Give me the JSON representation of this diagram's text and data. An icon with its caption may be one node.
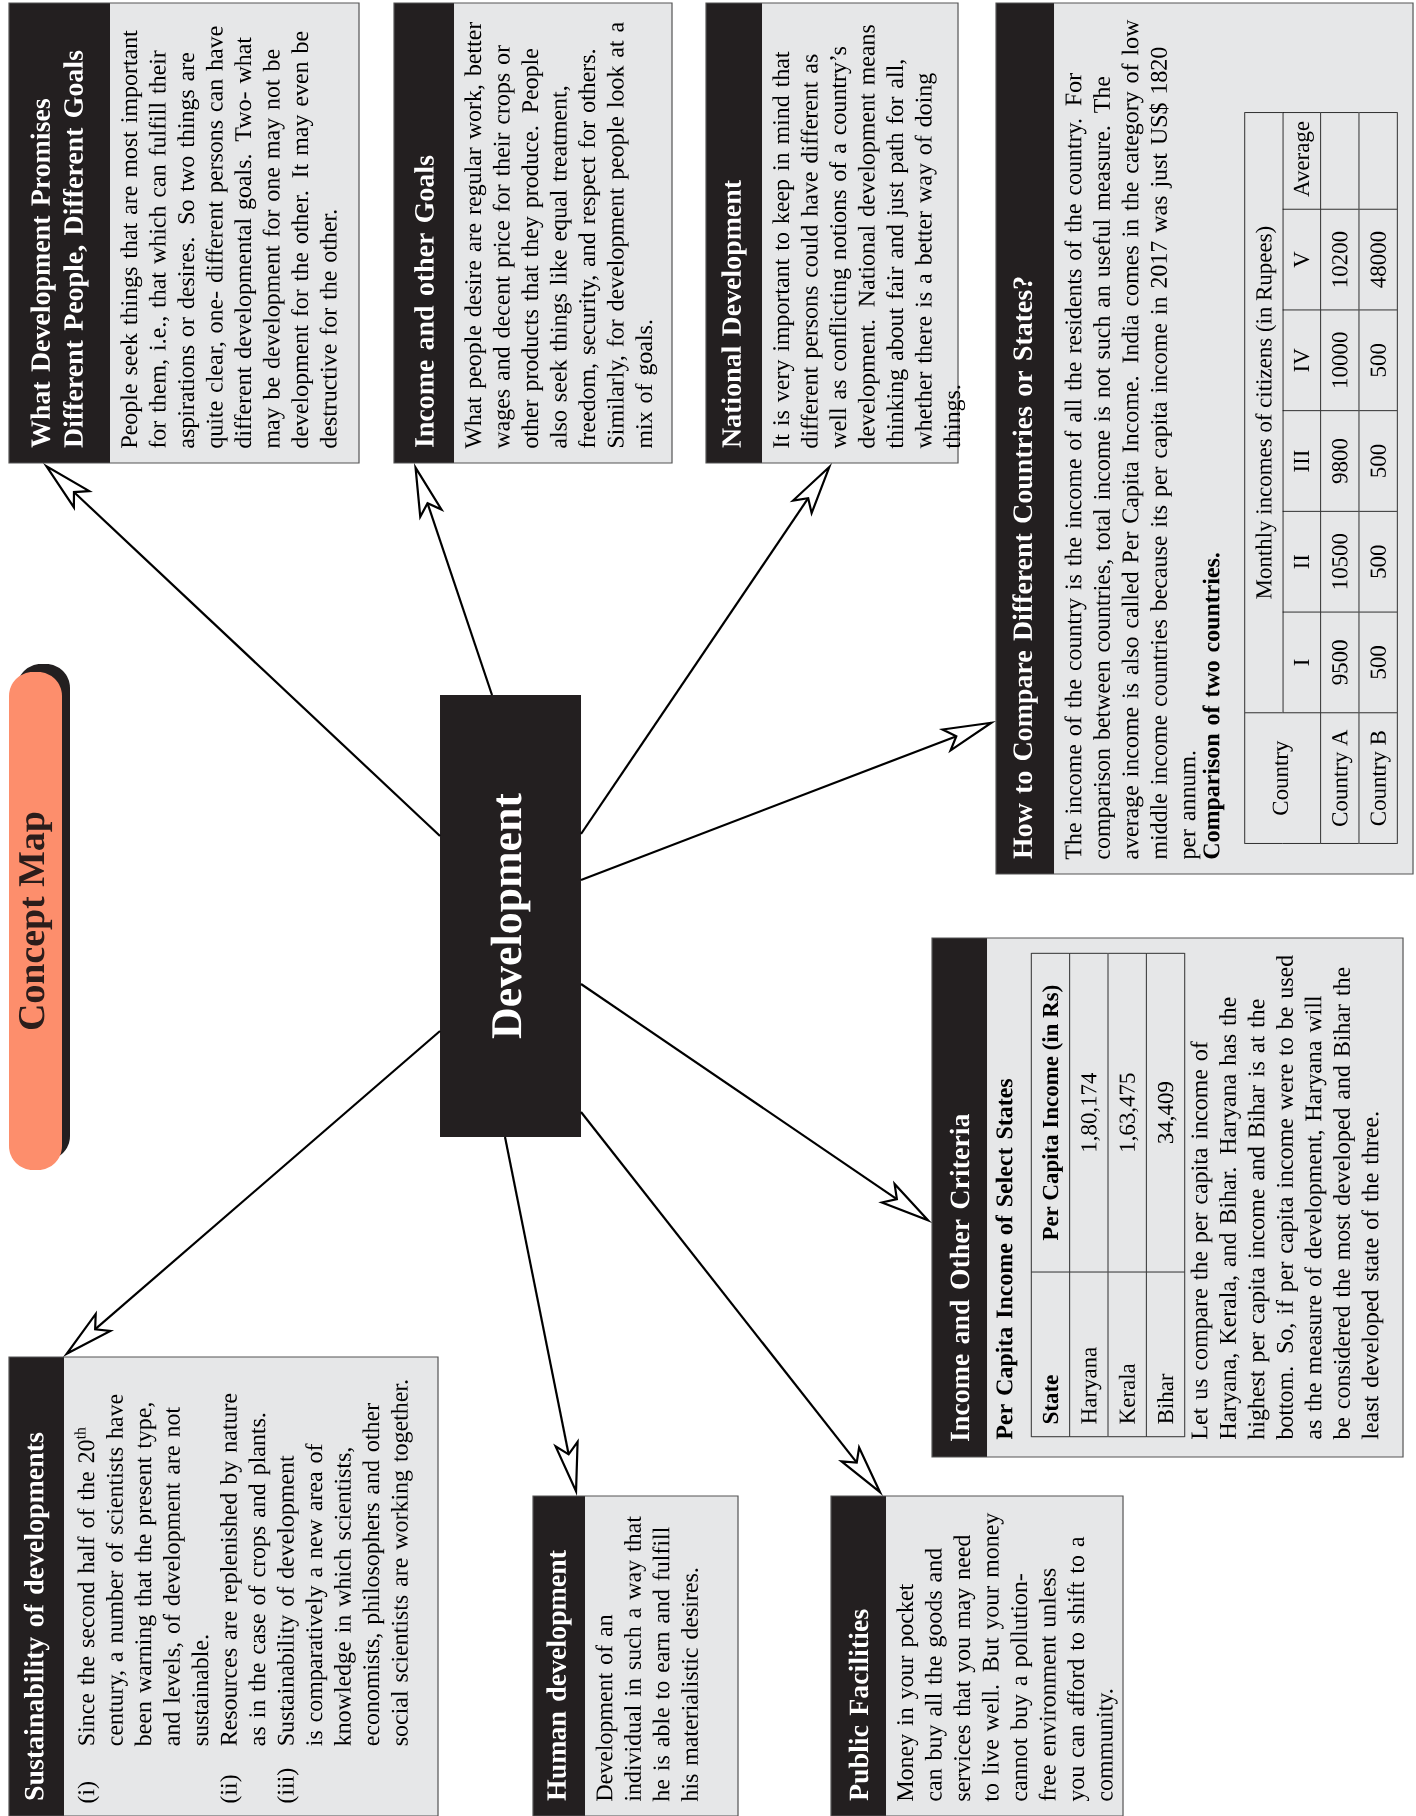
{
  "diagram": {
    "title": "Concept Map",
    "nodes": [
      {
        "text": [
          "Development"
        ]
      },
      {
        "text": [
          "What Development Promises Different People, Different Goals",
          "People seek things that are most important for them, i.e., that which can fulfill their aspirations or desires. So two things are quite clear, one- different persons can have different developmental goals. Two- what may be development for one may not be development for the other. It may even be destructive for the other."
        ]
      },
      {
        "text": [
          "Income and other Goals",
          "What people desire are regular work, better wages and decent price for their crops or other products that they produce. People also seek things like equal treatment, freedom, security, and respect for others. Similarly, for development people look at a mix of goals."
        ]
      },
      {
        "text": [
          "National Development",
          "It is very important to keep in mind that different persons could have different as well as conflicting notions of a country’s development. National development means thinking about fair and just path for all, whether there is a better way of doing things."
        ]
      },
      {
        "text": [
          "How to Compare Different Countries or States?",
          "The income of the country is the income of all the residents of the country. For comparison between countries, total income is not such an useful measure. The average income is also called Per Capita Income. India comes in the category of low middle income countries because its per capita income in 2017 was just US$ 1820 per annum.",
          "Comparison of two countries."
        ]
      },
      {
        "text": [
          "Income and Other Criteria",
          "Per Capita Income of Select States",
          "Let us compare the per capita income of Haryana, Kerala, and Bihar. Haryana has the highest per capita income and Bihar is at the bottom. So, if per capita income were to be used as the measure of development, Haryana will be considered the most developed and Bihar the least developed state of the three."
        ]
      },
      {
        "text": [
          "Sustainability of developments",
          "(i)",
          "Since the second half of the 20$^{th}$ century, a number of scientists have been warning that the present type, and levels, of development are not sustainable.",
          "(ii)",
          "Resources are replenished by nature as in the case of crops and plants.",
          "(iii)",
          "Sustainability of development is comparatively a new area of knowledge in which scientists, economists, philosophers and other social scientists are working together."
        ]
      },
      {
        "text": [
          "Human development",
          "Development of an individual in such a way that he is able to earn and fulfill his materialistic desires."
        ]
      },
      {
        "text": [
          "Public Facilities",
          "Money in your pocket can buy all the goods and services that you may need to live well. But your money cannot buy a pollution-free environment unless you can afford to shift to a community."
        ]
      }
    ],
    "edges": [
      {
        "from": 0,
        "to": 1,
        "arrow": "to"
      },
      {
        "from": 0,
        "to": 2,
        "arrow": "to"
      },
      {
        "from": 0,
        "to": 3,
        "arrow": "to"
      },
      {
        "from": 0,
        "to": 4,
        "arrow": "to"
      },
      {
        "from": 0,
        "to": 5,
        "arrow": "to"
      },
      {
        "from": 0,
        "to": 6,
        "arrow": "to"
      },
      {
        "from": 0,
        "to": 7,
        "arrow": "to"
      },
      {
        "from": 0,
        "to": 8,
        "arrow": "to"
      }
    ],
    "labels": [
      "Country",
      "Monthly incomes of citizens (in Rupees)",
      "I",
      "II",
      "III",
      "IV",
      "V",
      "Average",
      "Country A",
      "9500",
      "10500",
      "9800",
      "10000",
      "10200",
      "Country B",
      "500",
      "500",
      "500",
      "500",
      "48000",
      "State",
      "Per Capita Income (in Rs)",
      "Haryana",
      "1,80,174",
      "Kerala",
      "1,63,475",
      "Bihar",
      "34,409"
    ]
  }
}
